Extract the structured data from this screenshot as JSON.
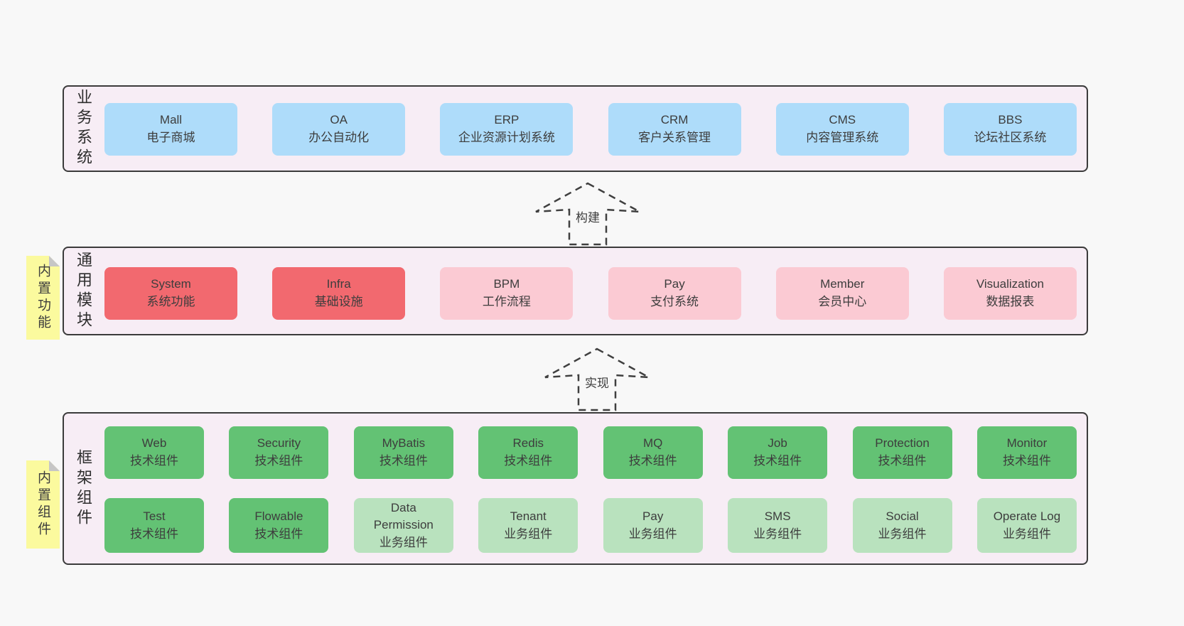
{
  "colors": {
    "page_bg": "#f8f8f8",
    "layer_bg": "#f7edf5",
    "layer_border": "#3b3b3b",
    "box_blue": "#aedcfa",
    "box_red": "#f2696f",
    "box_pink": "#fbcad3",
    "box_green_dark": "#63c274",
    "box_green_light": "#b9e2be",
    "note_yellow": "#fbfa9e",
    "note_fold_gray": "#c6c6c6",
    "text": "#3d3d3d"
  },
  "arrows": [
    {
      "label": "构建"
    },
    {
      "label": "实现"
    }
  ],
  "layers": {
    "business": {
      "label": "业务系统",
      "boxes": [
        {
          "title": "Mall",
          "subtitle": "电子商城"
        },
        {
          "title": "OA",
          "subtitle": "办公自动化"
        },
        {
          "title": "ERP",
          "subtitle": "企业资源计划系统"
        },
        {
          "title": "CRM",
          "subtitle": "客户关系管理"
        },
        {
          "title": "CMS",
          "subtitle": "内容管理系统"
        },
        {
          "title": "BBS",
          "subtitle": "论坛社区系统"
        }
      ]
    },
    "modules": {
      "label": "通用模块",
      "note": "内置功能",
      "boxes": [
        {
          "title": "System",
          "subtitle": "系统功能",
          "variant": "red"
        },
        {
          "title": "Infra",
          "subtitle": "基础设施",
          "variant": "red"
        },
        {
          "title": "BPM",
          "subtitle": "工作流程",
          "variant": "pink"
        },
        {
          "title": "Pay",
          "subtitle": "支付系统",
          "variant": "pink"
        },
        {
          "title": "Member",
          "subtitle": "会员中心",
          "variant": "pink"
        },
        {
          "title": "Visualization",
          "subtitle": "数据报表",
          "variant": "pink"
        }
      ]
    },
    "components": {
      "label": "框架组件",
      "note": "内置组件",
      "row1": [
        {
          "title": "Web",
          "subtitle": "技术组件",
          "variant": "dark"
        },
        {
          "title": "Security",
          "subtitle": "技术组件",
          "variant": "dark"
        },
        {
          "title": "MyBatis",
          "subtitle": "技术组件",
          "variant": "dark"
        },
        {
          "title": "Redis",
          "subtitle": "技术组件",
          "variant": "dark"
        },
        {
          "title": "MQ",
          "subtitle": "技术组件",
          "variant": "dark"
        },
        {
          "title": "Job",
          "subtitle": "技术组件",
          "variant": "dark"
        },
        {
          "title": "Protection",
          "subtitle": "技术组件",
          "variant": "dark"
        },
        {
          "title": "Monitor",
          "subtitle": "技术组件",
          "variant": "dark"
        }
      ],
      "row2": [
        {
          "title": "Test",
          "subtitle": "技术组件",
          "variant": "dark"
        },
        {
          "title": "Flowable",
          "subtitle": "技术组件",
          "variant": "dark"
        },
        {
          "title": "Data Permission",
          "subtitle": "业务组件",
          "variant": "light"
        },
        {
          "title": "Tenant",
          "subtitle": "业务组件",
          "variant": "light"
        },
        {
          "title": "Pay",
          "subtitle": "业务组件",
          "variant": "light"
        },
        {
          "title": "SMS",
          "subtitle": "业务组件",
          "variant": "light"
        },
        {
          "title": "Social",
          "subtitle": "业务组件",
          "variant": "light"
        },
        {
          "title": "Operate Log",
          "subtitle": "业务组件",
          "variant": "light"
        }
      ]
    }
  }
}
